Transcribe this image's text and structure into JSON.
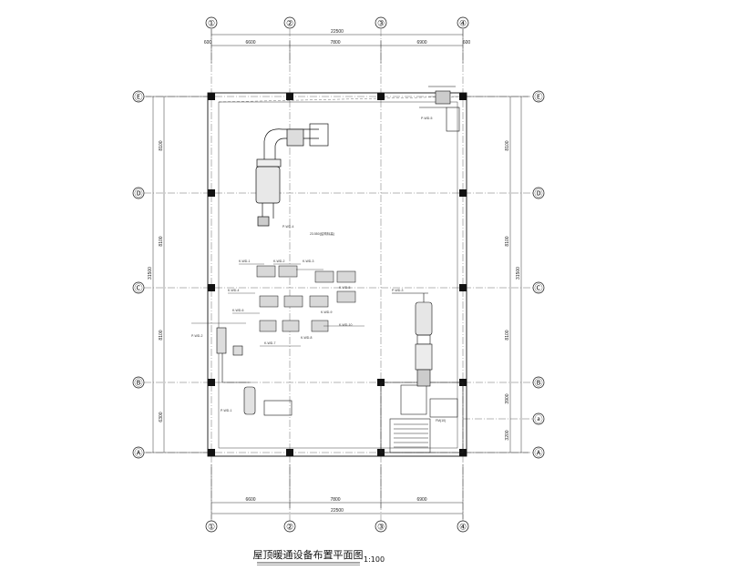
{
  "drawing": {
    "title": "屋顶暖通设备布置平面图",
    "scale": "1:100"
  },
  "axes": {
    "vertical": [
      "①",
      "②",
      "③",
      "④"
    ],
    "horizontal": [
      "Ⓔ",
      "Ⓓ",
      "Ⓒ",
      "Ⓑ",
      "Ⓐ"
    ],
    "extra": "ⓐ"
  },
  "dimensions": {
    "top_total": "22500",
    "top_spans": [
      "6600",
      "7800",
      "6900"
    ],
    "top_edges": [
      "600",
      "600"
    ],
    "bottom_total": "22500",
    "bottom_spans": [
      "6600",
      "7800",
      "6900"
    ],
    "left_total": "31500",
    "left_spans": [
      "8100",
      "8100",
      "8100",
      "6300"
    ],
    "right_total": "31500",
    "right_spans": [
      "8100",
      "8100",
      "8100",
      "3900",
      "3200"
    ]
  },
  "equipment_tags": {
    "pwd_a": "P-WD-4",
    "pwd_b": "P-WD-5",
    "pwd_c": "P-WD-3",
    "pwd_d": "P-WD-2",
    "pwd_e": "P-WD-1",
    "k1": "K-WD-1",
    "k2": "K-WD-2",
    "k3": "K-WD-3",
    "k4": "K-WD-4",
    "k5": "K-WD-5",
    "k6": "K-WD-6",
    "k7": "K-WD-7",
    "k8": "K-WD-8",
    "k9": "K-WD-9",
    "k10": "K-WD-10"
  },
  "notes": {
    "elevation": "23.550(结构标高)",
    "fw": "FM(10)"
  }
}
